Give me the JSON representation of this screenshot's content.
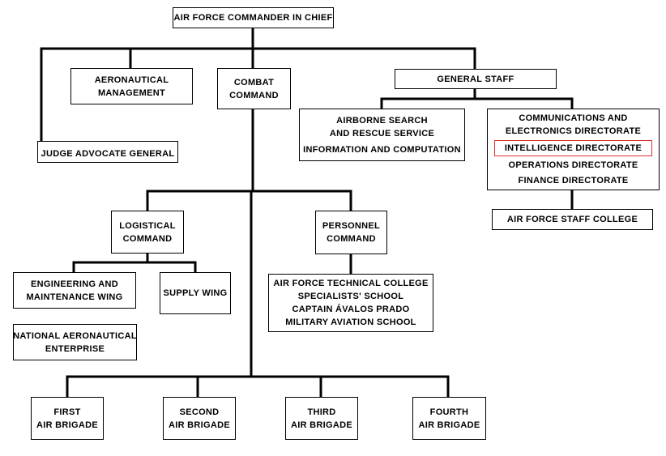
{
  "colors": {
    "line": "#000000",
    "box_border": "#000000",
    "highlight": "#e03030",
    "background": "#ffffff"
  },
  "nodes": {
    "commander": [
      "AIR FORCE COMMANDER IN CHIEF"
    ],
    "aeronautical": [
      "AERONAUTICAL",
      "MANAGEMENT"
    ],
    "combat": [
      "COMBAT",
      "COMMAND"
    ],
    "general_staff": [
      "GENERAL STAFF"
    ],
    "judge": [
      "JUDGE ADVOCATE GENERAL"
    ],
    "airborne": [
      "AIRBORNE SEARCH",
      "AND RESCUE SERVICE",
      "INFORMATION AND COMPUTATION"
    ],
    "comms": [
      "COMMUNICATIONS AND",
      "ELECTRONICS DIRECTORATE",
      "INTELLIGENCE DIRECTORATE",
      "OPERATIONS DIRECTORATE",
      "FINANCE DIRECTORATE"
    ],
    "staff_college": [
      "AIR FORCE STAFF COLLEGE"
    ],
    "logistical": [
      "LOGISTICAL",
      "COMMAND"
    ],
    "personnel": [
      "PERSONNEL",
      "COMMAND"
    ],
    "engineering": [
      "ENGINEERING AND",
      "MAINTENANCE WING"
    ],
    "supply": [
      "SUPPLY WING"
    ],
    "national": [
      "NATIONAL AERONAUTICAL",
      "ENTERPRISE"
    ],
    "schools": [
      "AIR FORCE TECHNICAL COLLEGE",
      "SPECIALISTS' SCHOOL",
      "CAPTAIN ÁVALOS PRADO",
      "MILITARY AVIATION SCHOOL"
    ],
    "first": [
      "FIRST",
      "AIR BRIGADE"
    ],
    "second": [
      "SECOND",
      "AIR BRIGADE"
    ],
    "third": [
      "THIRD",
      "AIR BRIGADE"
    ],
    "fourth": [
      "FOURTH",
      "AIR BRIGADE"
    ]
  }
}
